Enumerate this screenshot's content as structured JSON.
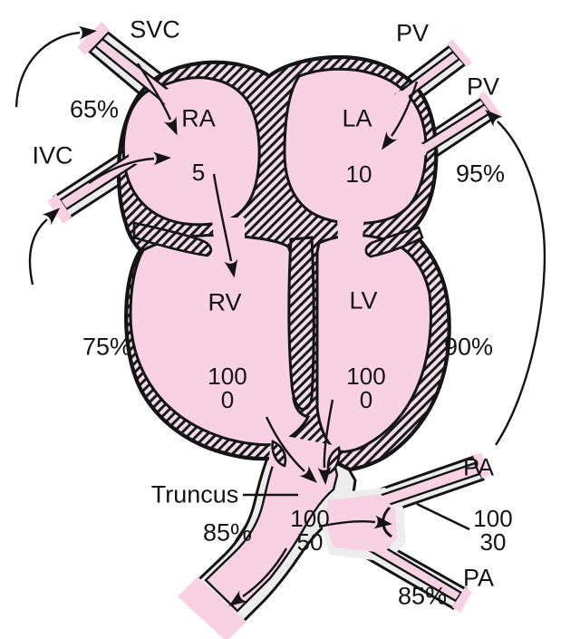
{
  "chambers": [
    {
      "id": "ra",
      "label": "RA",
      "pressure_mean": "5"
    },
    {
      "id": "la",
      "label": "LA",
      "pressure_mean": "10"
    },
    {
      "id": "rv",
      "label": "RV",
      "saturation": "75%",
      "pressure_systolic": "100",
      "pressure_diastolic": "0"
    },
    {
      "id": "lv",
      "label": "LV",
      "saturation": "90%",
      "pressure_systolic": "100",
      "pressure_diastolic": "0"
    }
  ],
  "vessels": [
    {
      "id": "svc",
      "label": "SVC",
      "saturation": "65%"
    },
    {
      "id": "ivc",
      "label": "IVC"
    },
    {
      "id": "pv-upper",
      "label": "PV"
    },
    {
      "id": "pv-lower",
      "label": "PV",
      "saturation": "95%"
    },
    {
      "id": "truncus",
      "label": "Truncus",
      "saturation": "85%",
      "pressure_systolic": "100",
      "pressure_diastolic": "50"
    },
    {
      "id": "pa-upper",
      "label": "PA",
      "pressure_systolic": "100",
      "pressure_diastolic": "30"
    },
    {
      "id": "pa-lower",
      "label": "PA",
      "saturation": "85%"
    }
  ],
  "colors": {
    "blood_pink": "#f8d2e2",
    "outline_black": "#141414",
    "vessel_wall_gray": "#ededed",
    "hatch_pink": "#f2dde8"
  }
}
